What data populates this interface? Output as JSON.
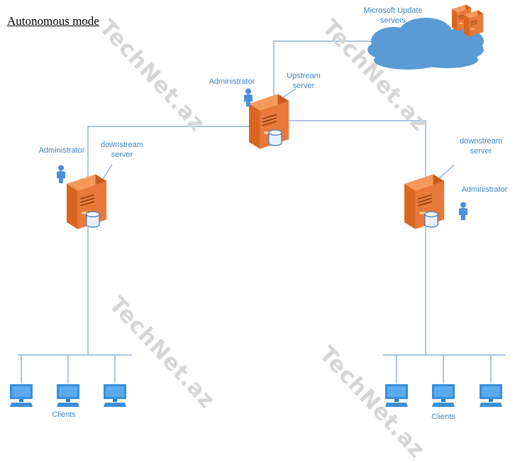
{
  "title": "Autonomous mode",
  "labels": {
    "microsoft_update": [
      "Microsoft Update",
      "servers"
    ],
    "upstream": [
      "Upstream",
      "server"
    ],
    "downstream": [
      "downstream",
      "server"
    ],
    "administrator": "Administrator",
    "clients": "Clients"
  },
  "watermark": "TechNet.az",
  "colors": {
    "line": "#8fb2d6",
    "label": "#3f86c2",
    "server": "#e9793a",
    "cloud": "#5b9bd5",
    "person": "#4a90d9",
    "monitor": "#3a8fd8"
  },
  "icons": [
    "server-icon",
    "database-icon",
    "administrator-icon",
    "client-computer-icon",
    "cloud-icon"
  ]
}
